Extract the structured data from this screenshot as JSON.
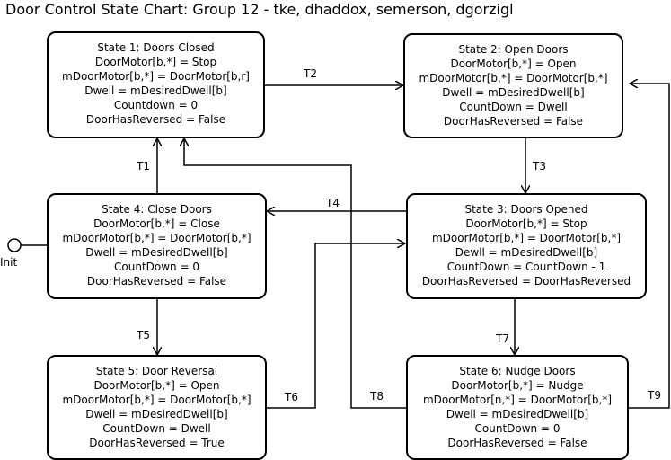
{
  "title": "Door Control State Chart: Group 12 - tke, dhaddox, semerson, dgorzigl",
  "init_label": "Init",
  "states": [
    {
      "id": "s1",
      "lines": [
        "State 1: Doors Closed",
        "DoorMotor[b,*] = Stop",
        "mDoorMotor[b,*] = DoorMotor[b,r]",
        "Dwell = mDesiredDwell[b]",
        "Countdown = 0",
        "DoorHasReversed = False"
      ]
    },
    {
      "id": "s2",
      "lines": [
        "State 2: Open Doors",
        "DoorMotor[b,*] = Open",
        "mDoorMotor[b,*] = DoorMotor[b,*]",
        "Dwell = mDesiredDwell[b]",
        "CountDown = Dwell",
        "DoorHasReversed = False"
      ]
    },
    {
      "id": "s3",
      "lines": [
        "State 3: Doors Opened",
        "DoorMotor[b,*] = Stop",
        "mDoorMotor[b,*] = DoorMotor[b,*]",
        "Dewll = mDesiredDwell[b]",
        "CountDown = CountDown - 1",
        "DoorHasReversed = DoorHasReversed"
      ]
    },
    {
      "id": "s4",
      "lines": [
        "State 4: Close Doors",
        "DoorMotor[b,*] = Close",
        "mDoorMotor[b,*] = DoorMotor[b,*]",
        "Dwell = mDesiredDwell[b]",
        "CountDown = 0",
        "DoorHasReversed = False"
      ]
    },
    {
      "id": "s5",
      "lines": [
        "State 5: Door Reversal",
        "DoorMotor[b,*] = Open",
        "mDoorMotor[b,*] = DoorMotor[b,*]",
        "Dwell = mDesiredDwell[b]",
        "CountDown = Dwell",
        "DoorHasReversed = True"
      ]
    },
    {
      "id": "s6",
      "lines": [
        "State 6: Nudge Doors",
        "DoorMotor[b,*] = Nudge",
        "mDoorMotor[n,*] = DoorMotor[b,*]",
        "Dwell = mDesiredDwell[b]",
        "CountDown = 0",
        "DoorHasReversed = False"
      ]
    }
  ],
  "transitions": {
    "t1": "T1",
    "t2": "T2",
    "t3": "T3",
    "t4": "T4",
    "t5": "T5",
    "t6": "T6",
    "t7": "T7",
    "t8": "T8",
    "t9": "T9"
  }
}
